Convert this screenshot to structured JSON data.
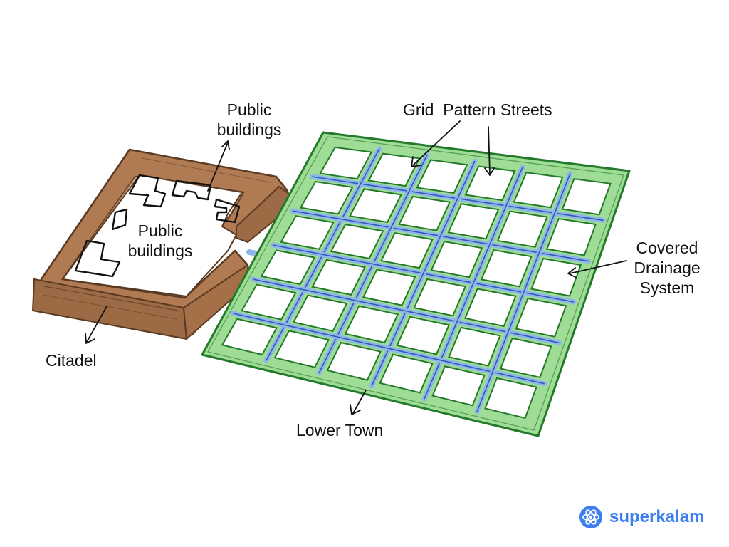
{
  "labels": {
    "public_buildings_top": [
      "Public",
      "buildings"
    ],
    "public_buildings_inner": [
      "Public",
      "buildings"
    ],
    "citadel": "Citadel",
    "grid_streets": "Grid  Pattern Streets",
    "drainage": [
      "Covered",
      "Drainage",
      "System"
    ],
    "lower_town": "Lower Town"
  },
  "brand": {
    "name": "superkalam",
    "icon": "atom-icon"
  },
  "colors": {
    "wall_fill": "#b07a52",
    "wall_stroke": "#5a3a22",
    "town_fill": "#9fdc96",
    "town_stroke": "#237a2a",
    "street_fill": "#8fb6e8",
    "street_stroke": "#2f5bb8",
    "brand": "#3d7ef0"
  }
}
